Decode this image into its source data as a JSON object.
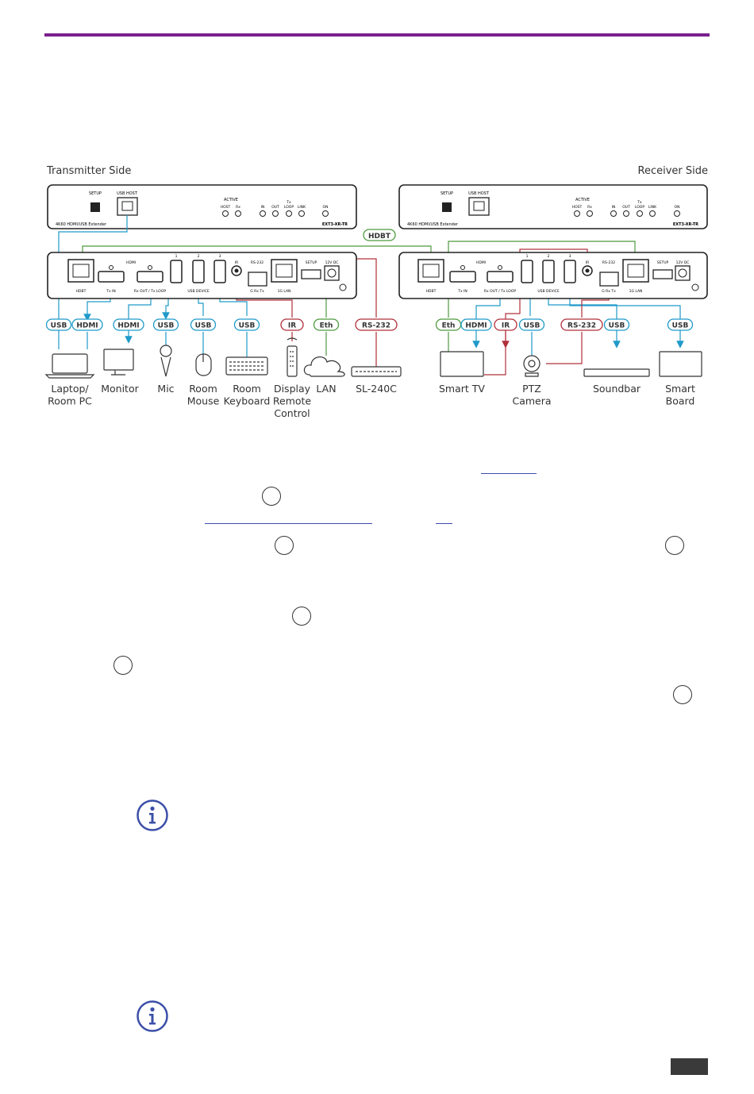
{
  "side_labels": {
    "transmitter": "Transmitter Side",
    "receiver": "Receiver Side"
  },
  "tx_front": {
    "model_desc": "4K60 HDMI/USB Extender",
    "model": "EXT3-XR-TR",
    "setup": "SETUP",
    "usb_host": "USB HOST",
    "active": "ACTIVE",
    "host": "HOST",
    "rx": "Rx",
    "tx": "Tx",
    "in": "IN",
    "out": "OUT",
    "loop": "LOOP",
    "link": "LINK",
    "on": "ON"
  },
  "rx_front": {
    "model_desc": "4K60 HDMI/USB Extender",
    "model": "EXT3-XR-TR",
    "setup": "SETUP",
    "usb_host": "USB HOST",
    "active": "ACTIVE",
    "host": "HOST",
    "rx": "Rx",
    "tx": "Tx",
    "in": "IN",
    "out": "OUT",
    "loop": "LOOP",
    "link": "LINK",
    "on": "ON"
  },
  "rear": {
    "hdbt": "HDBT",
    "hdmi": "HDMI",
    "tx_in": "Tx IN",
    "rx_out_tx_loop": "Rx OUT / Tx LOOP",
    "usb_device": "USB DEVICE",
    "ir": "IR",
    "rs232": "RS-232",
    "g_rx_tx": "G Rx Tx",
    "setup": "SETUP",
    "lan": "1G LAN",
    "power": "12V DC",
    "p1": "1",
    "p2": "2",
    "p3": "3"
  },
  "hdbt_tag": "HDBT",
  "tx_tags": [
    {
      "text": "USB",
      "color": "#1f9ac9"
    },
    {
      "text": "HDMI",
      "color": "#1f9ac9"
    },
    {
      "text": "HDMI",
      "color": "#1f9ac9"
    },
    {
      "text": "USB",
      "color": "#1f9ac9"
    },
    {
      "text": "USB",
      "color": "#1f9ac9"
    },
    {
      "text": "USB",
      "color": "#1f9ac9"
    },
    {
      "text": "IR",
      "color": "#b0303a"
    },
    {
      "text": "Eth",
      "color": "#4e9a3f"
    },
    {
      "text": "RS-232",
      "color": "#b0303a"
    }
  ],
  "rx_tags": [
    {
      "text": "Eth",
      "color": "#4e9a3f"
    },
    {
      "text": "HDMI",
      "color": "#1f9ac9"
    },
    {
      "text": "IR",
      "color": "#b0303a"
    },
    {
      "text": "USB",
      "color": "#1f9ac9"
    },
    {
      "text": "RS-232",
      "color": "#b0303a"
    },
    {
      "text": "USB",
      "color": "#1f9ac9"
    },
    {
      "text": "USB",
      "color": "#1f9ac9"
    }
  ],
  "tx_devices": [
    {
      "l1": "Laptop/",
      "l2": "Room PC",
      "l3": ""
    },
    {
      "l1": "Monitor",
      "l2": "",
      "l3": ""
    },
    {
      "l1": "Mic",
      "l2": "",
      "l3": ""
    },
    {
      "l1": "Room",
      "l2": "Mouse",
      "l3": ""
    },
    {
      "l1": "Room",
      "l2": "Keyboard",
      "l3": ""
    },
    {
      "l1": "Display",
      "l2": "Remote",
      "l3": "Control"
    },
    {
      "l1": "LAN",
      "l2": "",
      "l3": ""
    },
    {
      "l1": "SL-240C",
      "l2": "",
      "l3": ""
    }
  ],
  "rx_devices": [
    {
      "l1": "Smart TV",
      "l2": ""
    },
    {
      "l1": "PTZ",
      "l2": "Camera"
    },
    {
      "l1": "Soundbar",
      "l2": ""
    },
    {
      "l1": "Smart",
      "l2": "Board"
    }
  ],
  "colors": {
    "accent_bar": "#7b1f8e",
    "usb_hdmi": "#1f9ac9",
    "ir_rs232": "#b0303a",
    "eth": "#4e9a3f",
    "link": "#3b4fa8",
    "info_icon": "#3b4fa8"
  },
  "icons": [
    "info-icon",
    "info-icon"
  ]
}
